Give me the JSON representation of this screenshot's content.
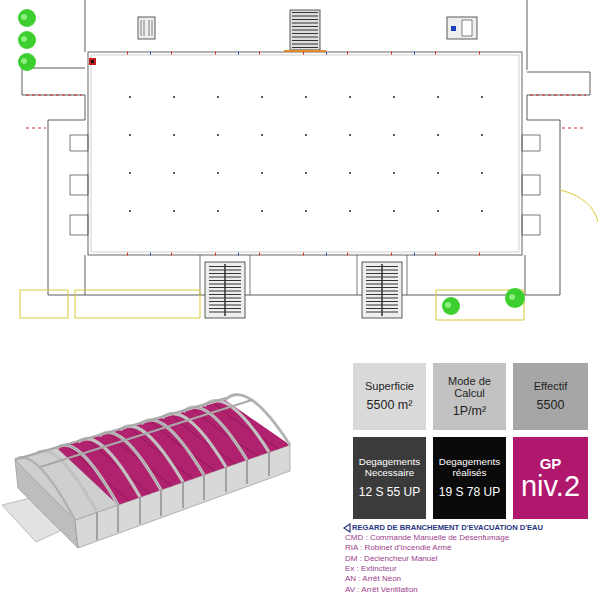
{
  "diagram": {
    "nodes": [
      {
        "text": [
          "Superficie",
          "5500 m²"
        ]
      },
      {
        "text": [
          "Mode de Calcul",
          "1P/m²"
        ]
      },
      {
        "text": [
          "Effectif",
          "5500"
        ]
      },
      {
        "text": [
          "Degagements Necessaire",
          "12 S 55 UP"
        ]
      },
      {
        "text": [
          "Degagements réalisés",
          "19 S 78 UP"
        ]
      },
      {
        "text": [
          "GP",
          "niv.2"
        ]
      }
    ],
    "labels": [
      "REGARD DE BRANCHEMENT D'EVACUATION D'EAU",
      "CMD : Commande Manuelle de Désenfumage",
      "RIA : Robinet d'Incendie Armé",
      "DM : Déclencheur Manuel",
      "Ex : Extincteur",
      "AN : Arrêt Néon",
      "AV : Arrêt Ventilation"
    ]
  }
}
